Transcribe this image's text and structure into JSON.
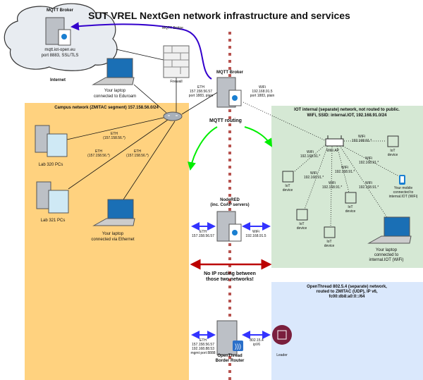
{
  "title": "SUT VREL NextGen network infrastructure and services",
  "internet": {
    "label": "Internet",
    "broker_title": "MQTT Broker",
    "host": "mqtt.iot-open.eu",
    "port": "port 8883, SSL/TLS",
    "bridge_label": "MQTT Bridge",
    "firewall": "Firewall",
    "laptop_eduroam": [
      "Your laptop",
      "connected to Eduroam"
    ]
  },
  "campus": {
    "title": "Campus network (ZMITAC segment) 157.158.56.0/24",
    "lab320": "Lab 320 PCs",
    "lab321": "Lab 321 PCs",
    "laptop": [
      "Your laptop",
      "connected via Ethernet"
    ],
    "eth_label": "ETH",
    "eth_addr": "(157.158.56.*)"
  },
  "broker": {
    "title": "MQTT Broker",
    "eth": [
      "ETH",
      "157.158.56.57",
      "port 1883, plain"
    ],
    "wifi": [
      "WiFi",
      "192.168.91.5",
      "port 1883, plain"
    ],
    "routing": "MQTT routing"
  },
  "iot": {
    "title": [
      "IOT internal (separate) network, not routed to public.",
      "WiFi, SSID: internal.IOT, 192.168.91.0/24"
    ],
    "ap": "WiFi AP",
    "wifi": "WiFi",
    "wifi_addr": "192.168.91.*",
    "device": [
      "IoT",
      "device"
    ],
    "mobile": [
      "Your mobile",
      "connected to",
      "internal.IOT (WiFi)"
    ],
    "laptop": [
      "Your laptop",
      "connected to",
      "internal.IOT (WiFi)"
    ]
  },
  "nodered": {
    "title": [
      "NodeRED",
      "(inc. CoAP servers)"
    ],
    "eth": [
      "ETH",
      "157.158.56.57"
    ],
    "wifi": [
      "WiFi",
      "192.168.91.5"
    ]
  },
  "no_routing": [
    "No IP routing between",
    "those two networks!"
  ],
  "thread": {
    "title": [
      "OpenThread 802.5.4 (separate) network,",
      "routed to ZMITAC (UDP), IP v6,",
      "fc00:db8:a0:0::/64"
    ],
    "router": [
      "OpenThread",
      "Border Router"
    ],
    "eth": [
      "ETH",
      "157.158.56.57",
      "192.168.88.53",
      "mgmt port 8888"
    ],
    "radio": [
      "802.15.4",
      "ipV6"
    ],
    "leader": "Leader"
  },
  "colors": {
    "campus": "#ffd27f",
    "iot": "#d5e8d4",
    "thread": "#dae8fc",
    "bridge": "#3300cc",
    "routing": "#00ee00",
    "link": "#3333ff",
    "no_route": "#bb0000",
    "divider": "#b85450"
  }
}
